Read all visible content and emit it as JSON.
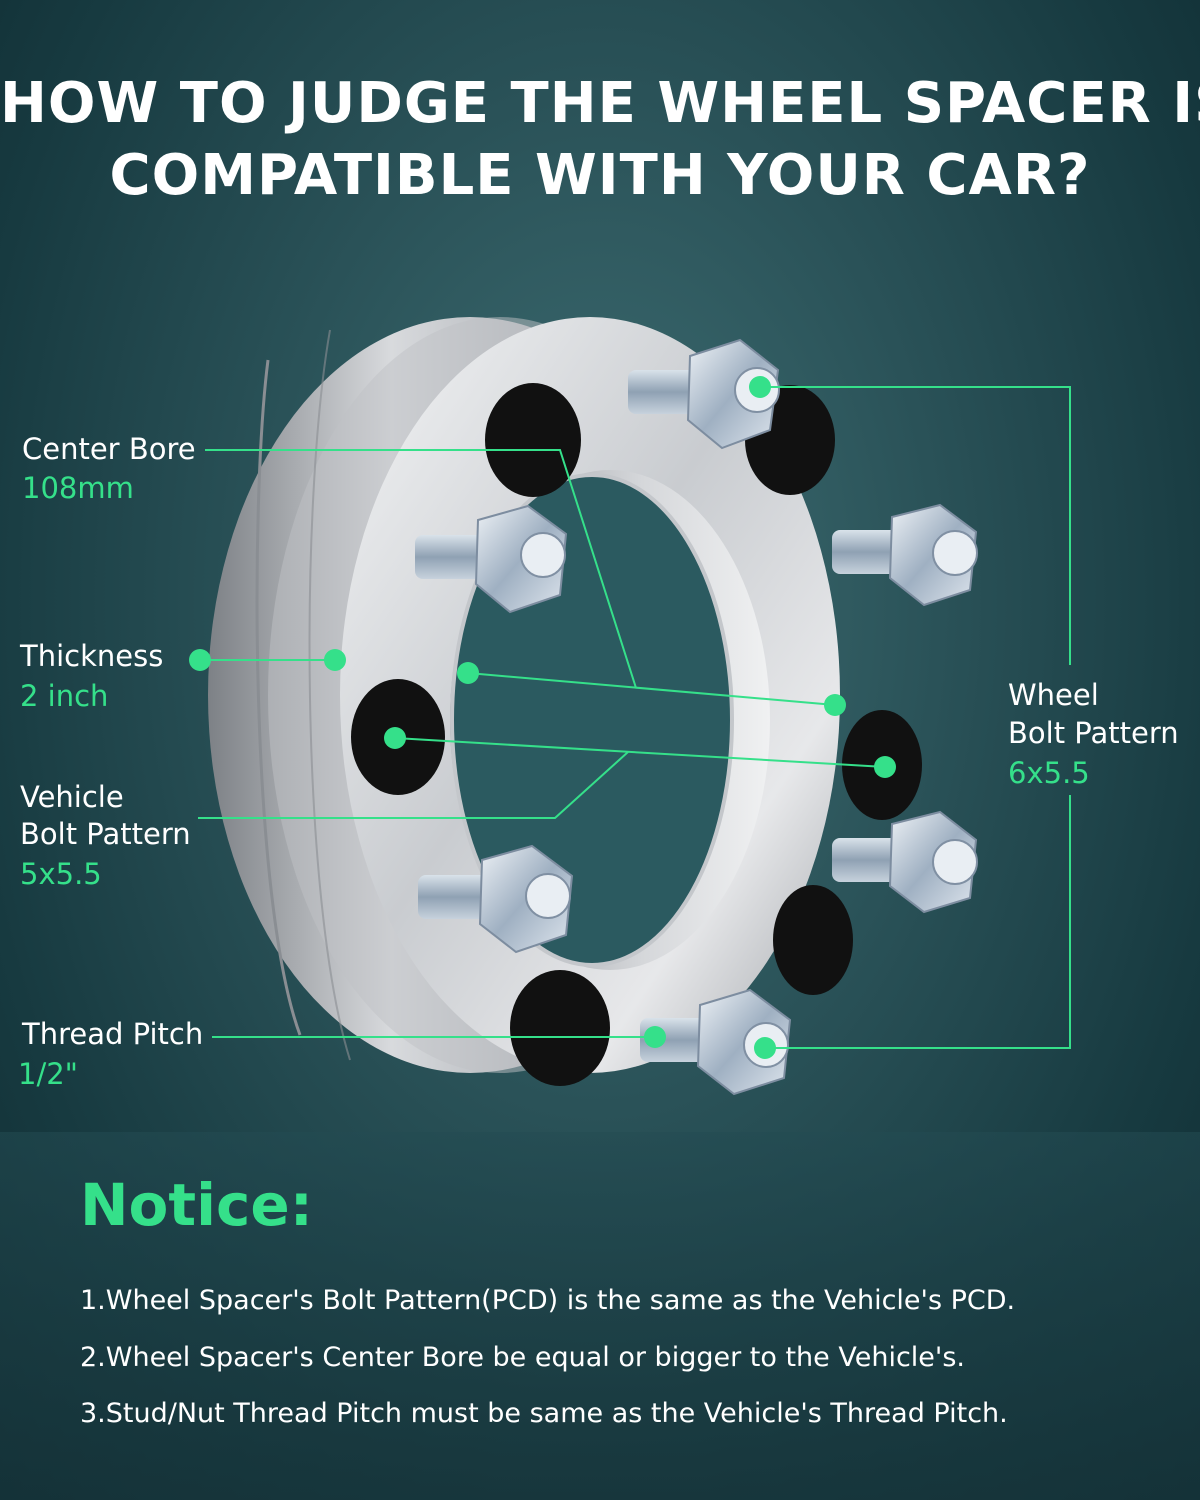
{
  "title": {
    "line1": "HOW TO JUDGE THE WHEEL SPACER IS",
    "line2": "COMPATIBLE WITH YOUR CAR?"
  },
  "specs": {
    "center_bore": {
      "label": "Center Bore",
      "value": "108mm"
    },
    "thickness": {
      "label": "Thickness",
      "value": "2 inch"
    },
    "vehicle_bolt_pattern": {
      "label_line1": "Vehicle",
      "label_line2": "Bolt Pattern",
      "value": "5x5.5"
    },
    "thread_pitch": {
      "label": "Thread Pitch",
      "value": "1/2\""
    },
    "wheel_bolt_pattern": {
      "label_line1": "Wheel",
      "label_line2": "Bolt Pattern",
      "value": "6x5.5"
    }
  },
  "notice": {
    "title": "Notice:",
    "items": [
      "1.Wheel Spacer's Bolt Pattern(PCD) is the same as the Vehicle's PCD.",
      "2.Wheel Spacer's Center Bore be equal or bigger to the Vehicle's.",
      "3.Stud/Nut Thread Pitch must be same as the Vehicle's Thread Pitch."
    ]
  },
  "colors": {
    "accent": "#35e08a",
    "text": "#ffffff",
    "background": "#2a5258"
  }
}
